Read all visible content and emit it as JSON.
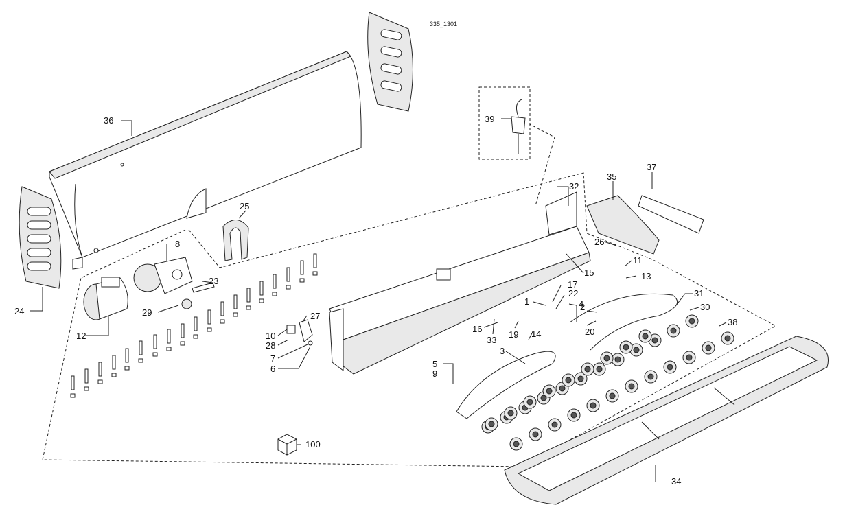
{
  "drawing_ref": "335_1301",
  "callouts": {
    "c1": "1",
    "c2": "2",
    "c3": "3",
    "c4": "4",
    "c5": "5",
    "c6": "6",
    "c7": "7",
    "c8": "8",
    "c9": "9",
    "c10": "10",
    "c11": "11",
    "c12": "12",
    "c13": "13",
    "c14": "14",
    "c15": "15",
    "c16": "16",
    "c17": "17",
    "c19": "19",
    "c20": "20",
    "c22": "22",
    "c23": "23",
    "c24": "24",
    "c25": "25",
    "c26": "26",
    "c27": "27",
    "c28": "28",
    "c29": "29",
    "c30": "30",
    "c31": "31",
    "c32": "32",
    "c33": "33",
    "c34": "34",
    "c35": "35",
    "c36": "36",
    "c37": "37",
    "c38": "38",
    "c39": "39",
    "c100": "100"
  }
}
